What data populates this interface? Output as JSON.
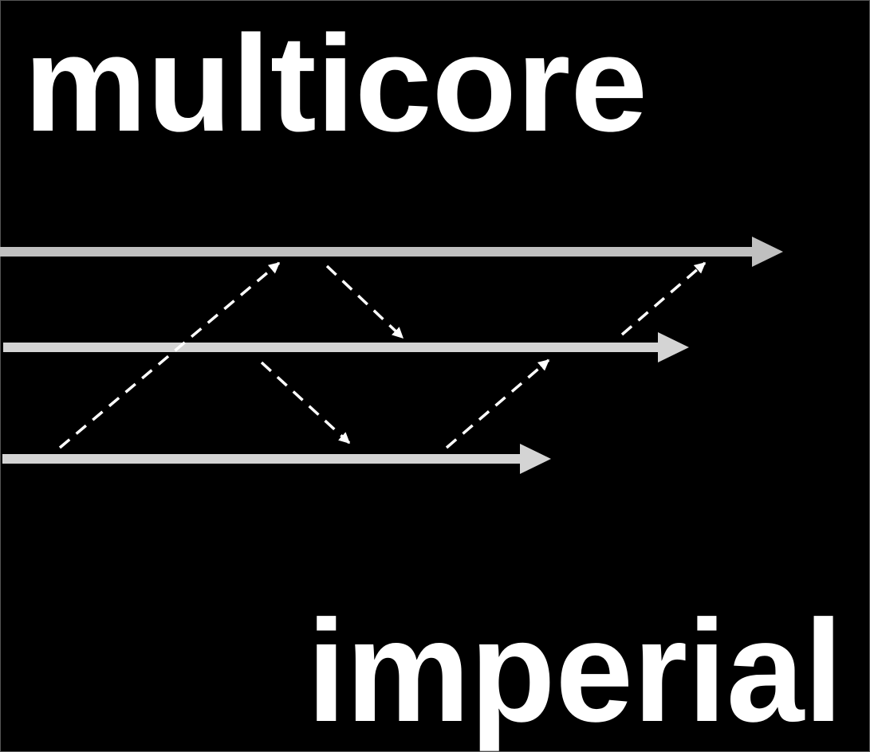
{
  "logo": {
    "top_word": "multicore",
    "bottom_word": "imperial"
  },
  "colors": {
    "background": "#000000",
    "text": "#ffffff",
    "timeline_top": "#c0c0c0",
    "timeline": "#d4d4d4",
    "message": "#ffffff"
  },
  "diagram": {
    "timelines": 3,
    "messages": 5
  }
}
